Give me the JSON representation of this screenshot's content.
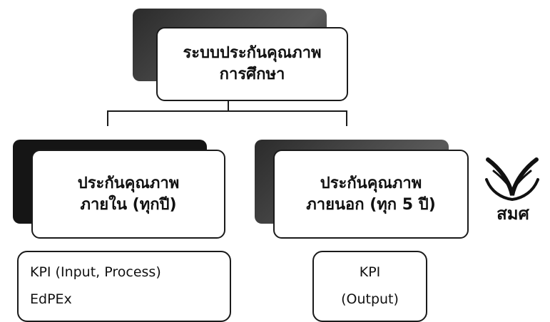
{
  "top": {
    "line1": "ระบบประกันคุณภาพ",
    "line2": "การศึกษา"
  },
  "left": {
    "line1": "ประกันคุณภาพ",
    "line2": "ภายใน (ทุกปี)"
  },
  "right": {
    "line1": "ประกันคุณภาพ",
    "line2": "ภายนอก (ทุก 5 ปี)"
  },
  "left_kpi": {
    "line1": "KPI (Input, Process)",
    "line2": "EdPEx"
  },
  "right_kpi": {
    "line1": "KPI",
    "line2": "(Output)"
  },
  "logo": {
    "text": "สมศ",
    "icon": "onesqa-logo-icon"
  },
  "colors": {
    "border": "#1a1a1a",
    "shadow": "#2b2b2b",
    "background": "#ffffff"
  }
}
